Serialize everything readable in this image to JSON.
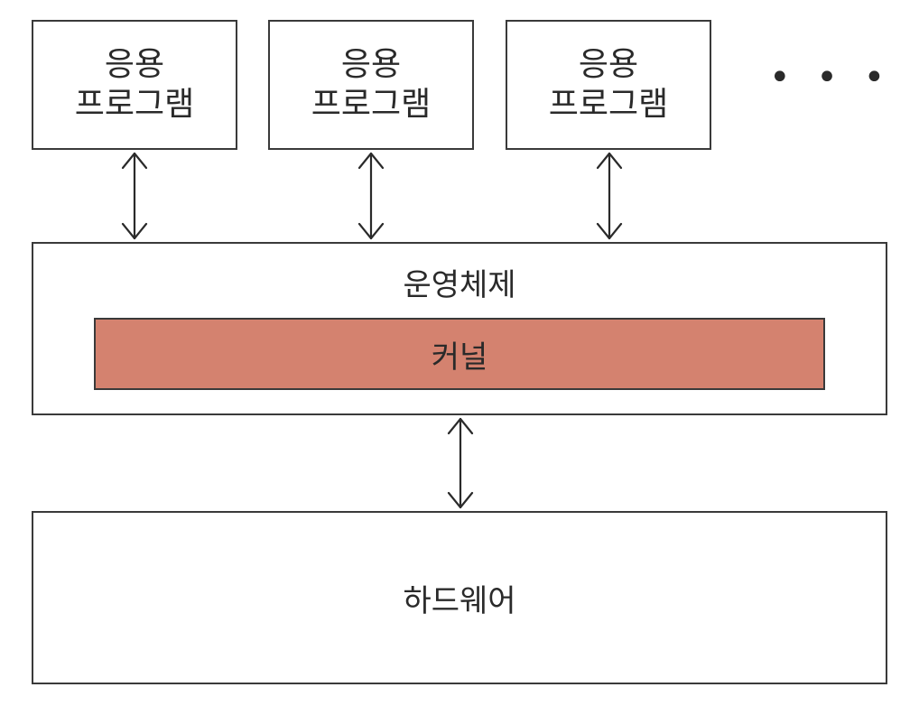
{
  "apps": [
    {
      "line1": "응용",
      "line2": "프로그램"
    },
    {
      "line1": "응용",
      "line2": "프로그램"
    },
    {
      "line1": "응용",
      "line2": "프로그램"
    }
  ],
  "ellipsis": "• • •",
  "os": {
    "label": "운영체제"
  },
  "kernel": {
    "label": "커널",
    "fill": "#d4826f"
  },
  "hardware": {
    "label": "하드웨어"
  }
}
